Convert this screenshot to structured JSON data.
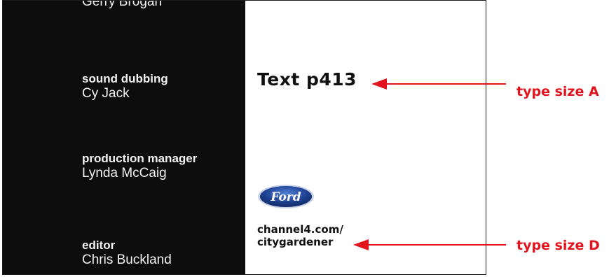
{
  "credits": [
    {
      "role": "",
      "name": "Gerry Brogan"
    },
    {
      "role": "sound dubbing",
      "name": "Cy Jack"
    },
    {
      "role": "production manager",
      "name": "Lynda McCaig"
    },
    {
      "role": "editor",
      "name": "Chris Buckland"
    }
  ],
  "right_panel": {
    "text_sample": "Text p413",
    "logo_text": "Ford",
    "url_line1": "channel4.com/",
    "url_line2": "citygardener"
  },
  "annotations": {
    "size_a": "type size A",
    "size_d": "type size D"
  },
  "colors": {
    "annotation": "#e1141e",
    "credits_bg": "#0d0d0d",
    "ford_blue": "#1d3f8f"
  }
}
